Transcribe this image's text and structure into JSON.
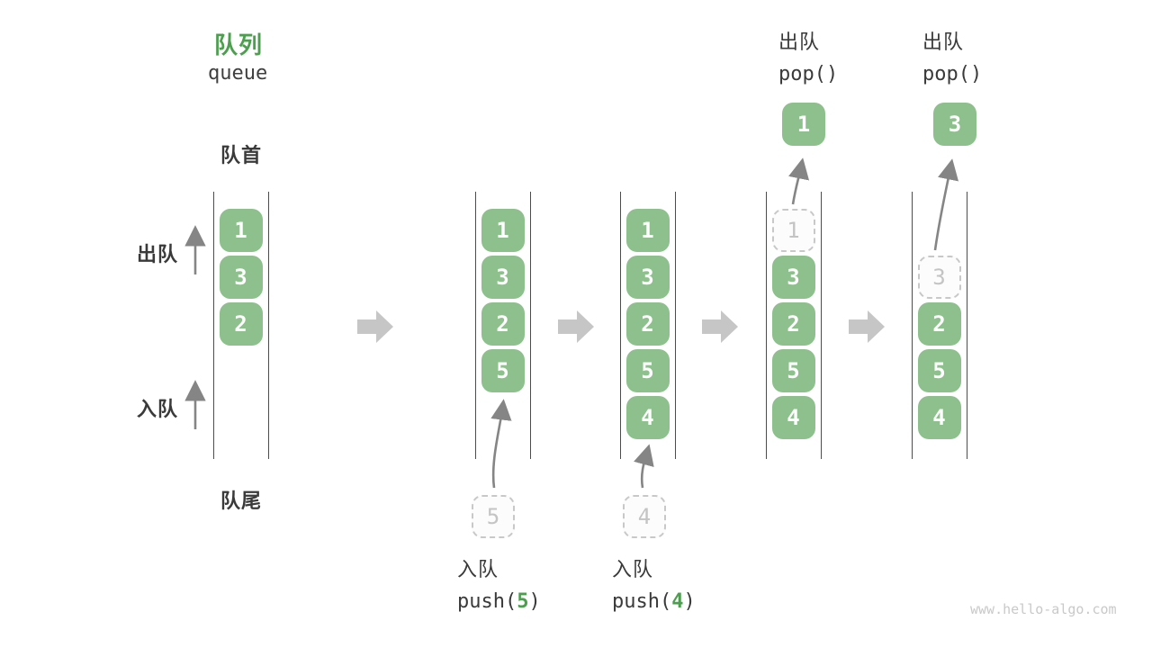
{
  "header": {
    "title_zh": "队列",
    "title_en": "queue"
  },
  "side_labels": {
    "front": "队首",
    "rear": "队尾",
    "dequeue": "出队",
    "enqueue": "入队"
  },
  "watermark": "www.hello-algo.com",
  "colors": {
    "item_green": "#8dc08c",
    "accent_green": "#4d9e4f",
    "text_dark": "#3a3a3a",
    "ghost_gray": "#c8c8c8",
    "thin_arrow_gray": "#858585",
    "block_arrow_gray": "#c6c6c6",
    "column_line": "#4c4c4c"
  },
  "icons": {
    "step_arrow": "right-block-arrow",
    "flow_arrow": "thin-up-arrow"
  },
  "columns": [
    {
      "state": "initial",
      "cells": [
        {
          "value": "1",
          "slot": 0,
          "style": "solid"
        },
        {
          "value": "3",
          "slot": 1,
          "style": "solid"
        },
        {
          "value": "2",
          "slot": 2,
          "style": "solid"
        }
      ]
    },
    {
      "state": "after push(5)",
      "cells": [
        {
          "value": "1",
          "slot": 0,
          "style": "solid"
        },
        {
          "value": "3",
          "slot": 1,
          "style": "solid"
        },
        {
          "value": "2",
          "slot": 2,
          "style": "solid"
        },
        {
          "value": "5",
          "slot": 3,
          "style": "solid"
        }
      ],
      "staged": "5",
      "op": {
        "zh": "入队",
        "code_pre": "push(",
        "arg": "5",
        "code_post": ")"
      }
    },
    {
      "state": "after push(4)",
      "cells": [
        {
          "value": "1",
          "slot": 0,
          "style": "solid"
        },
        {
          "value": "3",
          "slot": 1,
          "style": "solid"
        },
        {
          "value": "2",
          "slot": 2,
          "style": "solid"
        },
        {
          "value": "5",
          "slot": 3,
          "style": "solid"
        },
        {
          "value": "4",
          "slot": 4,
          "style": "solid"
        }
      ],
      "staged": "4",
      "op": {
        "zh": "入队",
        "code_pre": "push(",
        "arg": "4",
        "code_post": ")"
      }
    },
    {
      "state": "after pop() #1",
      "cells": [
        {
          "value": "1",
          "slot": 0,
          "style": "ghost"
        },
        {
          "value": "3",
          "slot": 1,
          "style": "solid"
        },
        {
          "value": "2",
          "slot": 2,
          "style": "solid"
        },
        {
          "value": "5",
          "slot": 3,
          "style": "solid"
        },
        {
          "value": "4",
          "slot": 4,
          "style": "solid"
        }
      ],
      "popped": "1",
      "op": {
        "zh": "出队",
        "code": "pop()"
      }
    },
    {
      "state": "after pop() #2",
      "cells": [
        {
          "value": "3",
          "slot": 1,
          "style": "ghost"
        },
        {
          "value": "2",
          "slot": 2,
          "style": "solid"
        },
        {
          "value": "5",
          "slot": 3,
          "style": "solid"
        },
        {
          "value": "4",
          "slot": 4,
          "style": "solid"
        }
      ],
      "popped": "3",
      "op": {
        "zh": "出队",
        "code": "pop()"
      }
    }
  ]
}
